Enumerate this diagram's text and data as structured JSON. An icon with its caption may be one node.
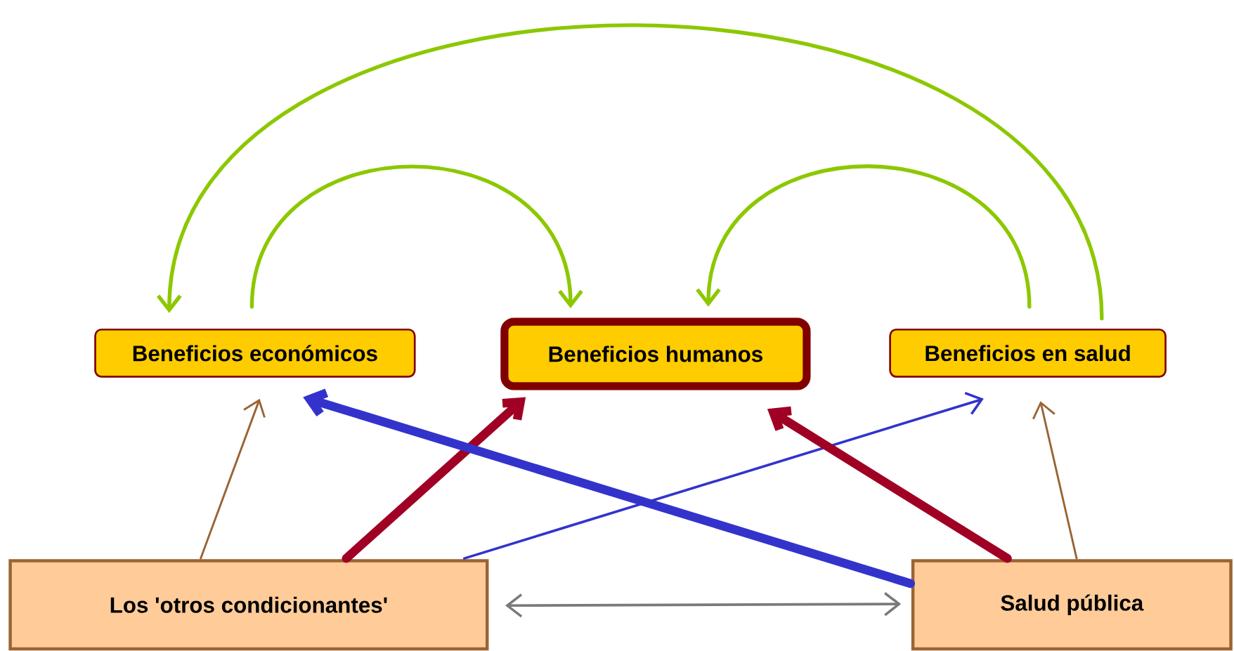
{
  "diagram": {
    "nodes": [
      {
        "text": [
          "Beneficios económicos"
        ]
      },
      {
        "text": [
          "Beneficios humanos"
        ]
      },
      {
        "text": [
          "Beneficios en salud"
        ]
      },
      {
        "text": [
          "Los 'otros condicionantes'"
        ]
      },
      {
        "text": [
          "Salud pública"
        ]
      }
    ],
    "edges": [
      {
        "from": 0,
        "to": 1,
        "arrow": "to",
        "color": "#8cc800"
      },
      {
        "from": 2,
        "to": 1,
        "arrow": "to",
        "color": "#8cc800"
      },
      {
        "from": 2,
        "to": 0,
        "arrow": "to",
        "color": "#8cc800"
      },
      {
        "from": 3,
        "to": 0,
        "arrow": "to",
        "color": "#9a6433"
      },
      {
        "from": 3,
        "to": 1,
        "arrow": "to",
        "style": "thick",
        "color": "#a00024"
      },
      {
        "from": 3,
        "to": 2,
        "arrow": "to",
        "color": "#3333cc"
      },
      {
        "from": 4,
        "to": 0,
        "arrow": "to",
        "style": "thick",
        "color": "#3333cc"
      },
      {
        "from": 4,
        "to": 1,
        "arrow": "to",
        "style": "thick",
        "color": "#a00024"
      },
      {
        "from": 4,
        "to": 2,
        "arrow": "to",
        "color": "#9a6433"
      },
      {
        "from": 3,
        "to": 4,
        "arrow": "both",
        "color": "#7a7a7a"
      }
    ]
  }
}
